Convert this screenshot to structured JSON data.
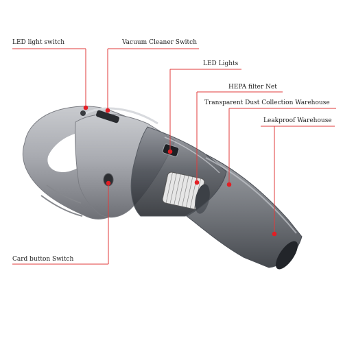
{
  "product": {
    "name_icon": "handheld-vacuum-cleaner-icon",
    "body_color": "#a7a9ae",
    "callout_color": "#e23a3a",
    "dot_color": "#e31e24"
  },
  "callouts": {
    "led_light_switch": "LED light switch",
    "vacuum_cleaner_switch": "Vacuum Cleaner Switch",
    "led_lights": "LED Lights",
    "hepa_filter_net": "HEPA filter Net",
    "transparent_dust_collection_warehouse": "Transparent Dust Collection Warehouse",
    "leakproof_warehouse": "Leakproof Warehouse",
    "card_button_switch": "Card button Switch"
  }
}
